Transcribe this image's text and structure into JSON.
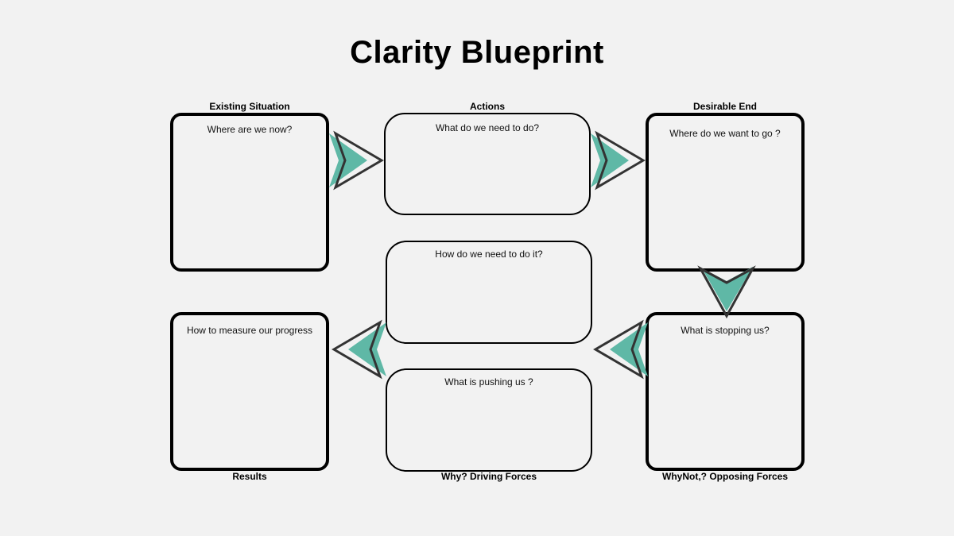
{
  "title": "Clarity Blueprint",
  "colors": {
    "accent": "#5fb8a6",
    "outline": "#333333",
    "border": "#000000",
    "background": "#f2f2f2"
  },
  "boxes": {
    "existing_situation": {
      "heading": "Existing Situation",
      "prompt": "Where are we now?"
    },
    "actions": {
      "heading": "Actions",
      "prompt": "What do we need to do?"
    },
    "desirable_end": {
      "heading": "Desirable End",
      "prompt": "Where do we want to go ?"
    },
    "how": {
      "prompt": "How do we need to do it?"
    },
    "results": {
      "heading": "Results",
      "prompt": "How to measure our progress"
    },
    "driving_forces": {
      "heading": "Why? Driving Forces",
      "prompt": "What is pushing us ?"
    },
    "opposing_forces": {
      "heading": "WhyNot,? Opposing Forces",
      "prompt": "What is stopping us?"
    }
  },
  "arrows": [
    "chevron-right",
    "chevron-right",
    "chevron-down",
    "chevron-left",
    "chevron-left"
  ]
}
